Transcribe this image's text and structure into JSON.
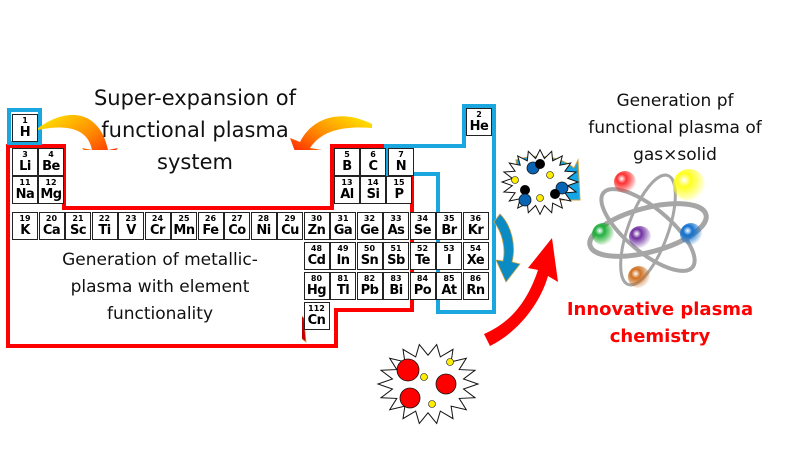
{
  "labels": {
    "super_expansion": [
      "Super-expansion of",
      "functional plasma",
      "system"
    ],
    "metallic_plasma": [
      "Generation of metallic-",
      "plasma with element",
      "functionality"
    ],
    "gas_solid": [
      "Generation pf",
      "functional plasma of",
      "gas×solid"
    ],
    "innovative": [
      "Innovative plasma",
      "chemistry"
    ]
  },
  "colors": {
    "red_frame": "#ff0000",
    "blue_frame": "#1aa7e0",
    "blue_arrow": "#14a6e6",
    "accent_text": "#ff0000"
  },
  "elements": [
    {
      "n": "1",
      "s": "H"
    },
    {
      "n": "3",
      "s": "Li"
    },
    {
      "n": "4",
      "s": "Be"
    },
    {
      "n": "11",
      "s": "Na"
    },
    {
      "n": "12",
      "s": "Mg"
    },
    {
      "n": "19",
      "s": "K"
    },
    {
      "n": "20",
      "s": "Ca"
    },
    {
      "n": "21",
      "s": "Sc"
    },
    {
      "n": "22",
      "s": "Ti"
    },
    {
      "n": "23",
      "s": "V"
    },
    {
      "n": "24",
      "s": "Cr"
    },
    {
      "n": "25",
      "s": "Mn"
    },
    {
      "n": "26",
      "s": "Fe"
    },
    {
      "n": "27",
      "s": "Co"
    },
    {
      "n": "28",
      "s": "Ni"
    },
    {
      "n": "29",
      "s": "Cu"
    },
    {
      "n": "30",
      "s": "Zn"
    },
    {
      "n": "31",
      "s": "Ga"
    },
    {
      "n": "32",
      "s": "Ge"
    },
    {
      "n": "33",
      "s": "As"
    },
    {
      "n": "34",
      "s": "Se"
    },
    {
      "n": "35",
      "s": "Br"
    },
    {
      "n": "36",
      "s": "Kr"
    },
    {
      "n": "5",
      "s": "B"
    },
    {
      "n": "6",
      "s": "C"
    },
    {
      "n": "7",
      "s": "N"
    },
    {
      "n": "13",
      "s": "Al"
    },
    {
      "n": "14",
      "s": "Si"
    },
    {
      "n": "15",
      "s": "P"
    },
    {
      "n": "2",
      "s": "He"
    },
    {
      "n": "48",
      "s": "Cd"
    },
    {
      "n": "49",
      "s": "In"
    },
    {
      "n": "50",
      "s": "Sn"
    },
    {
      "n": "51",
      "s": "Sb"
    },
    {
      "n": "52",
      "s": "Te"
    },
    {
      "n": "53",
      "s": "I"
    },
    {
      "n": "54",
      "s": "Xe"
    },
    {
      "n": "80",
      "s": "Hg"
    },
    {
      "n": "81",
      "s": "Tl"
    },
    {
      "n": "82",
      "s": "Pb"
    },
    {
      "n": "83",
      "s": "Bi"
    },
    {
      "n": "84",
      "s": "Po"
    },
    {
      "n": "85",
      "s": "At"
    },
    {
      "n": "86",
      "s": "Rn"
    },
    {
      "n": "112",
      "s": "Cn"
    }
  ]
}
